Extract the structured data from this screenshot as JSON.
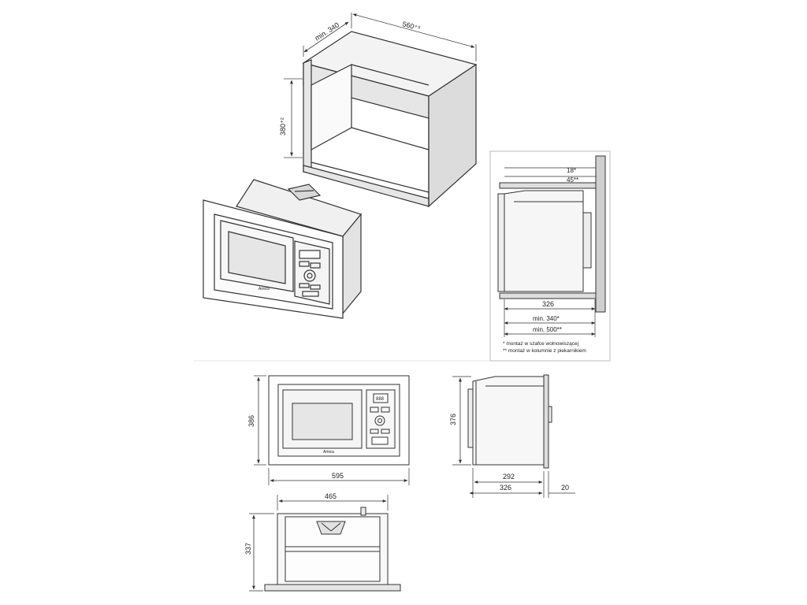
{
  "cabinet": {
    "width_label": "560⁺⁵",
    "depth_label": "min. 340",
    "height_label": "380⁺²"
  },
  "iso_oven": {
    "brand": "Amica"
  },
  "side_install": {
    "top_gap_label": "18*",
    "top_gap2_label": "45**",
    "depth_label": "326",
    "min_depth1_label": "min. 340*",
    "min_depth2_label": "min. 500**",
    "note1": "*   montaż w szafce wolnowiszącej",
    "note2": "**  montaż w kolumnie z piekarnikiem"
  },
  "front_view": {
    "brand": "Amica",
    "display": "888",
    "height_label": "386",
    "width_label": "595"
  },
  "side_view": {
    "height_label": "376",
    "depth1_label": "292",
    "depth2_label": "326",
    "frame_label": "20"
  },
  "top_view": {
    "width_label": "465",
    "height_label": "337"
  }
}
